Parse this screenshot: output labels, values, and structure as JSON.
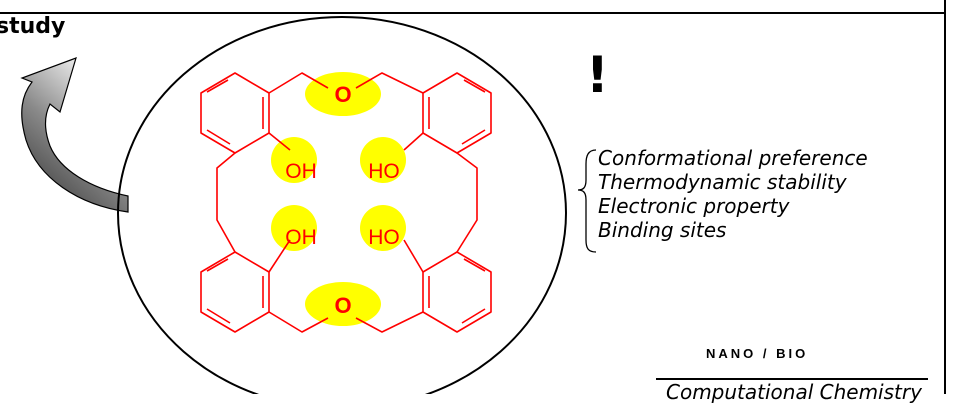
{
  "header": {
    "study_label": "study"
  },
  "molecule": {
    "ether_top": "O",
    "ether_bottom": "O",
    "hydroxyls": [
      "OH",
      "HO",
      "OH",
      "HO"
    ]
  },
  "annotation": {
    "mark": "!",
    "properties": [
      "Conformational preference",
      "Thermodynamic stability",
      "Electronic property",
      "Binding sites"
    ]
  },
  "footer": {
    "field_label": "NANO / BIO",
    "subtitle": "Computational Chemistry"
  },
  "colors": {
    "bonds": "#ff0000",
    "highlight": "#ffff00",
    "arrow_dark": "#333333",
    "arrow_light": "#e6e6e6"
  }
}
